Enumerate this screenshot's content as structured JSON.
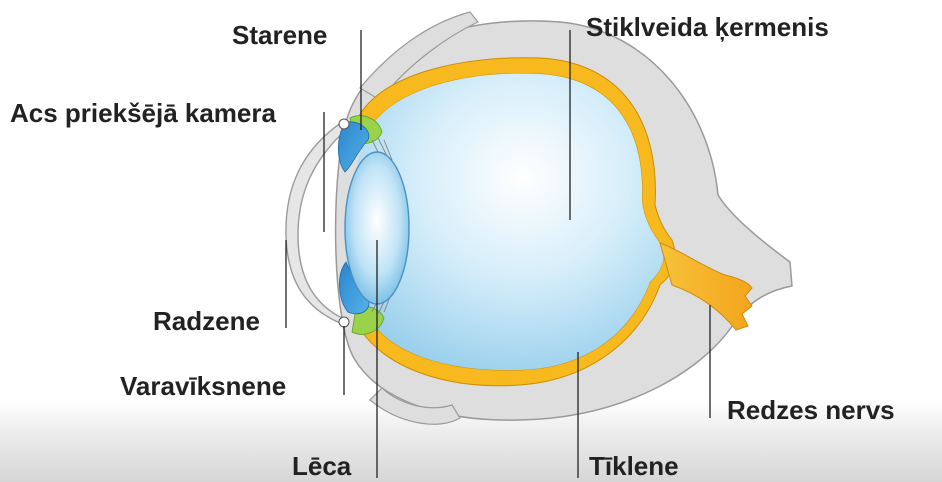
{
  "labels": {
    "starene": "Starene",
    "stiklveida_kermenis": "Stiklveida ķermenis",
    "acs_prieksejā_kamera": "Acs priekšējā kamera",
    "radzene": "Radzene",
    "varaviksnene": "Varavīksnene",
    "redzes_nervs": "Redzes nervs",
    "leca": "Lēca",
    "tiklene": "Tīklene"
  },
  "colors": {
    "sclera": "#dcdcdc",
    "sclera_stroke": "#9a9a9a",
    "retina": "#f5b800",
    "vitreous": "#aedcf2",
    "iris": "#2f8fd0",
    "ciliary": "#8fd24a",
    "optic_nerve": "#f5b52a",
    "leader_line": "#222222",
    "label_text": "#222222"
  }
}
